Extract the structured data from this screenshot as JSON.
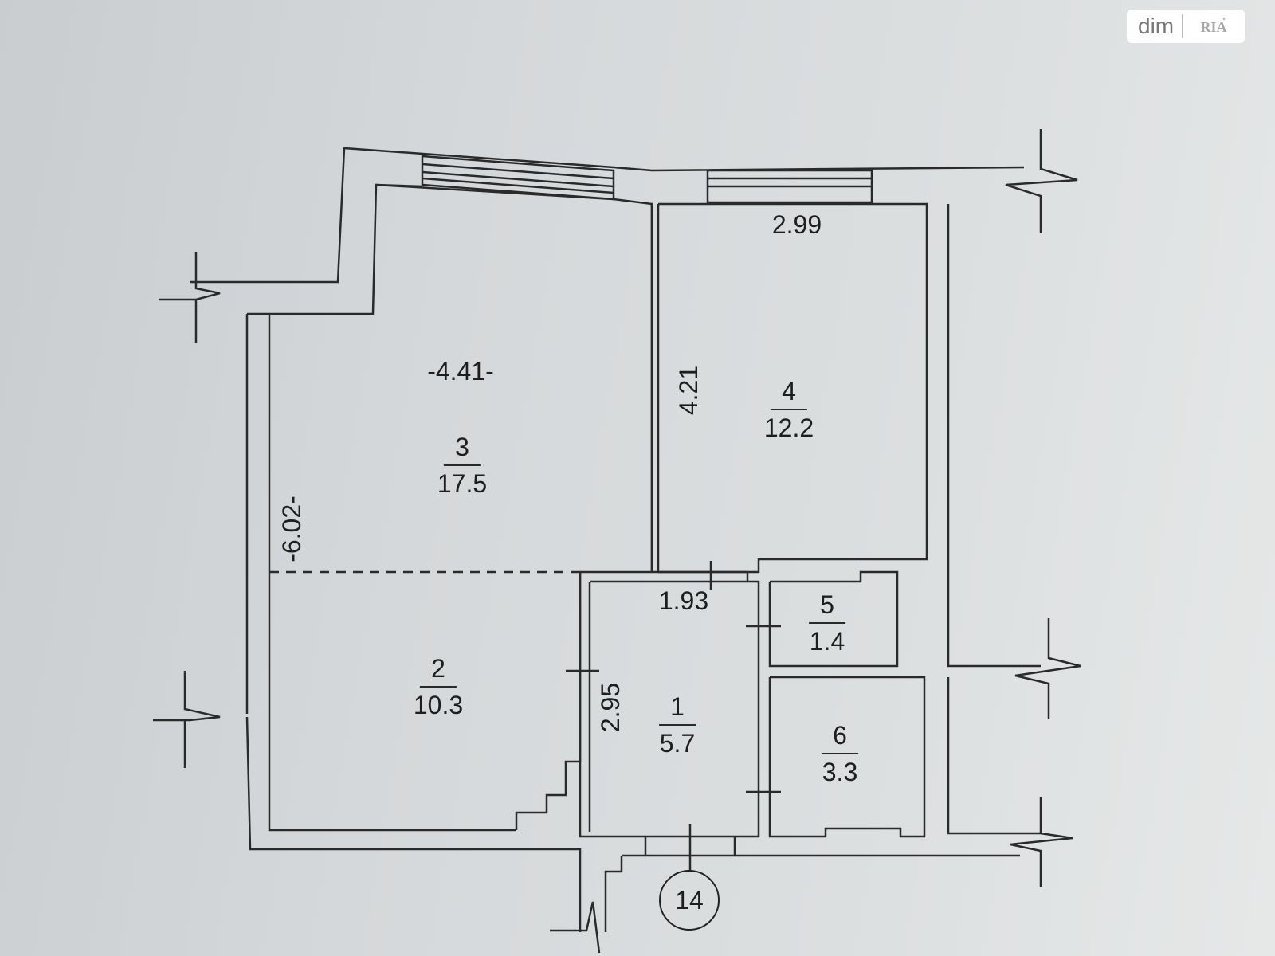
{
  "rooms": [
    {
      "id": "room-3",
      "number": "3",
      "area": "17.5"
    },
    {
      "id": "room-4",
      "number": "4",
      "area": "12.2"
    },
    {
      "id": "room-2",
      "number": "2",
      "area": "10.3"
    },
    {
      "id": "room-1",
      "number": "1",
      "area": "5.7"
    },
    {
      "id": "room-5",
      "number": "5",
      "area": "1.4"
    },
    {
      "id": "room-6",
      "number": "6",
      "area": "3.3"
    }
  ],
  "dimensions": {
    "room3_width": "-4.41-",
    "room3_length": "-6.02-",
    "room4_width": "2.99",
    "room4_length": "4.21",
    "hall_width": "1.93",
    "hall_length": "2.95"
  },
  "axis_marker": "14",
  "watermark": {
    "brand_text": "dim",
    "logo_name": "ria-logo-icon",
    "logo_text": "RIA"
  },
  "colors": {
    "wall": "#2a2a2a",
    "paper": "#d5d8da"
  }
}
